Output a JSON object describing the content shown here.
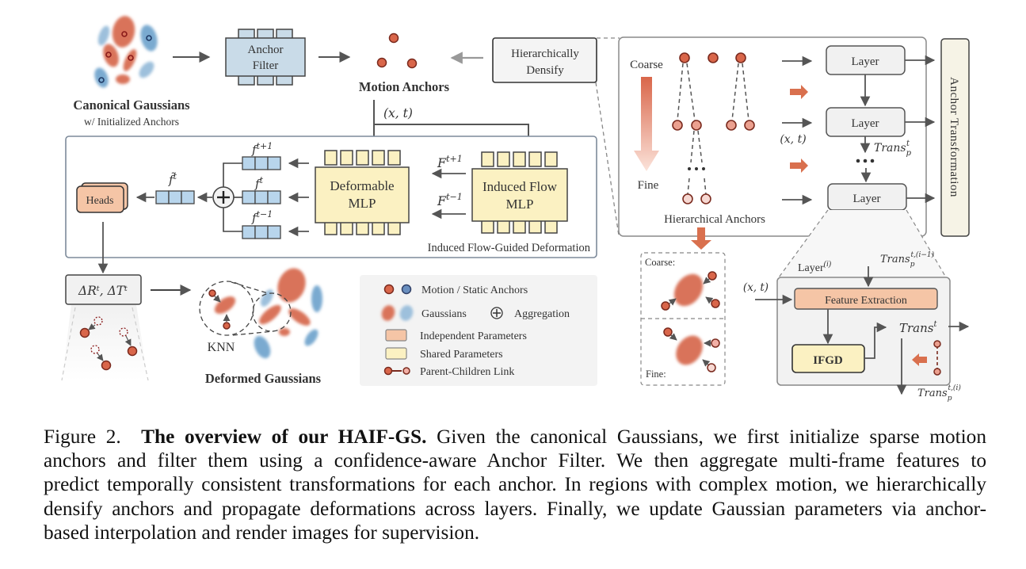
{
  "figure": {
    "canonical": {
      "title": "Canonical Gaussians",
      "subtitle": "w/ Initialized Anchors"
    },
    "anchor_filter": {
      "line1": "Anchor",
      "line2": "Filter"
    },
    "motion_anchors": {
      "label": "Motion Anchors"
    },
    "densify": {
      "line1": "Hierarchically",
      "line2": "Densify"
    },
    "xt_label": "(x, t)",
    "ifgd_panel": {
      "title": "Induced Flow-Guided Deformation",
      "deformable_mlp": {
        "line1": "Deformable",
        "line2": "MLP"
      },
      "induced_flow_mlp": {
        "line1": "Induced Flow",
        "line2": "MLP"
      },
      "flow_next": "F",
      "flow_next_sup": "t+1",
      "flow_prev": "F",
      "flow_prev_sup": "t−1",
      "feat_next": "f",
      "feat_next_sup": "t+1",
      "feat_cur": "f",
      "feat_cur_sup": "t",
      "feat_prev": "f",
      "feat_prev_sup": "t−1",
      "feat_agg": "f̃",
      "feat_agg_sup": "t",
      "heads": "Heads"
    },
    "delta_box": "ΔRᵗ, ΔTᵗ",
    "knn": "KNN",
    "deformed": "Deformed Gaussians",
    "legend": {
      "items": [
        "Motion / Static Anchors",
        "Gaussians",
        "Aggregation",
        "Independent Parameters",
        "Shared Parameters",
        "Parent-Children Link"
      ]
    },
    "hierarchy": {
      "coarse": "Coarse",
      "fine": "Fine",
      "label": "Hierarchical Anchors",
      "xt": "(x, t)",
      "layer": "Layer",
      "trans_p": "Trans",
      "trans_p_sub": "p",
      "trans_p_sup": "t",
      "anchor_transformation": "Anchor Transformation"
    },
    "zoom_coarse": "Coarse:",
    "zoom_fine": "Fine:",
    "layer_detail": {
      "title": "Layer",
      "title_sup": "(i)",
      "in_trans": "Trans",
      "in_trans_sup": "t,(i−1)",
      "in_trans_sub": "p",
      "xt": "(x, t)",
      "feature_extraction": "Feature Extraction",
      "ifgd": "IFGD",
      "out_trans": "Trans",
      "out_trans_sup": "t",
      "out_trans_p": "Trans",
      "out_trans_p_sup": "t,(i)",
      "out_trans_p_sub": "p"
    },
    "colors": {
      "motion": "#d9664a",
      "static": "#6a8fbf",
      "gauss_red": "#d9735a",
      "gauss_blue": "#7aaad0",
      "filter_fill": "#c9dbe8",
      "shared": "#fbf1c2",
      "independent": "#f5c5a6",
      "accent_arrow": "#d9704e"
    }
  },
  "caption": {
    "label": "Figure 2.",
    "title": "The overview of our HAIF-GS.",
    "lines": [
      "Given the canonical Gaussians, we first initialize sparse motion",
      "anchors and filter them using a confidence-aware Anchor Filter.  We then aggregate multi-frame features to",
      "predict temporally consistent transformations for each anchor. In regions with complex motion, we hierarchically",
      "densify anchors and propagate deformations across layers. Finally, we update Gaussian parameters via anchor-",
      "based interpolation and render images for supervision."
    ]
  }
}
